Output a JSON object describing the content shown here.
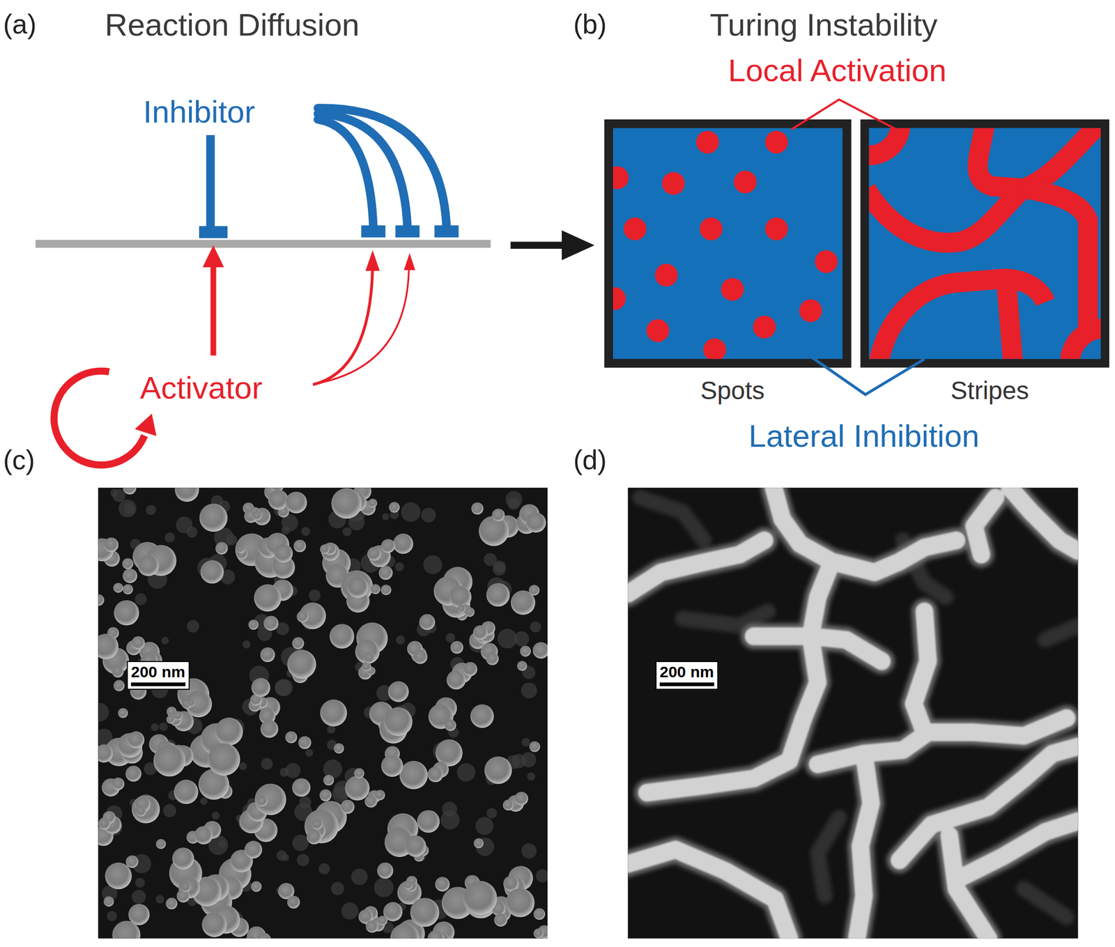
{
  "diagram": {
    "nodes": [
      {
        "text": [
          "200 nm"
        ]
      },
      {
        "text": [
          "200 nm"
        ]
      }
    ],
    "labels": [
      "(a)",
      "Reaction Diffusion",
      "(b)",
      "Turing Instability",
      "Local Activation",
      "Inhibitor",
      "Activator",
      "Spots",
      "Stripes",
      "Lateral Inhibition",
      "(c)",
      "(d)"
    ]
  }
}
